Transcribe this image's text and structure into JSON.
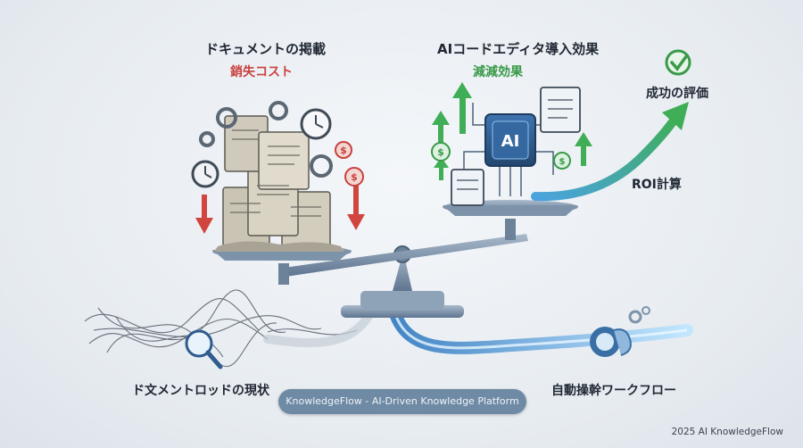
{
  "left_title": "ドキュメントの掲載",
  "left_subtitle": "銷失コスト",
  "right_title": "AIコードエディタ導入効果",
  "right_subtitle": "減減効果",
  "success_label": "成功の評価",
  "roi_label": "ROI計算",
  "bottom_left_label": "ド文メントロッドの現状",
  "bottom_right_label": "自動操幹ワークフロー",
  "banner": "KnowledgeFlow - AI-Driven Knowledge Platform",
  "chip_label": "AI",
  "dollar_symbol": "$",
  "footer": "2025 AI KnowledgeFlow",
  "colors": {
    "cost_red": "#c9413e",
    "benefit_green": "#3a9a4a",
    "chip_blue": "#2f5b8f",
    "flow_blue": "#6fb8e8",
    "scale_steel": "#7d93aa"
  }
}
